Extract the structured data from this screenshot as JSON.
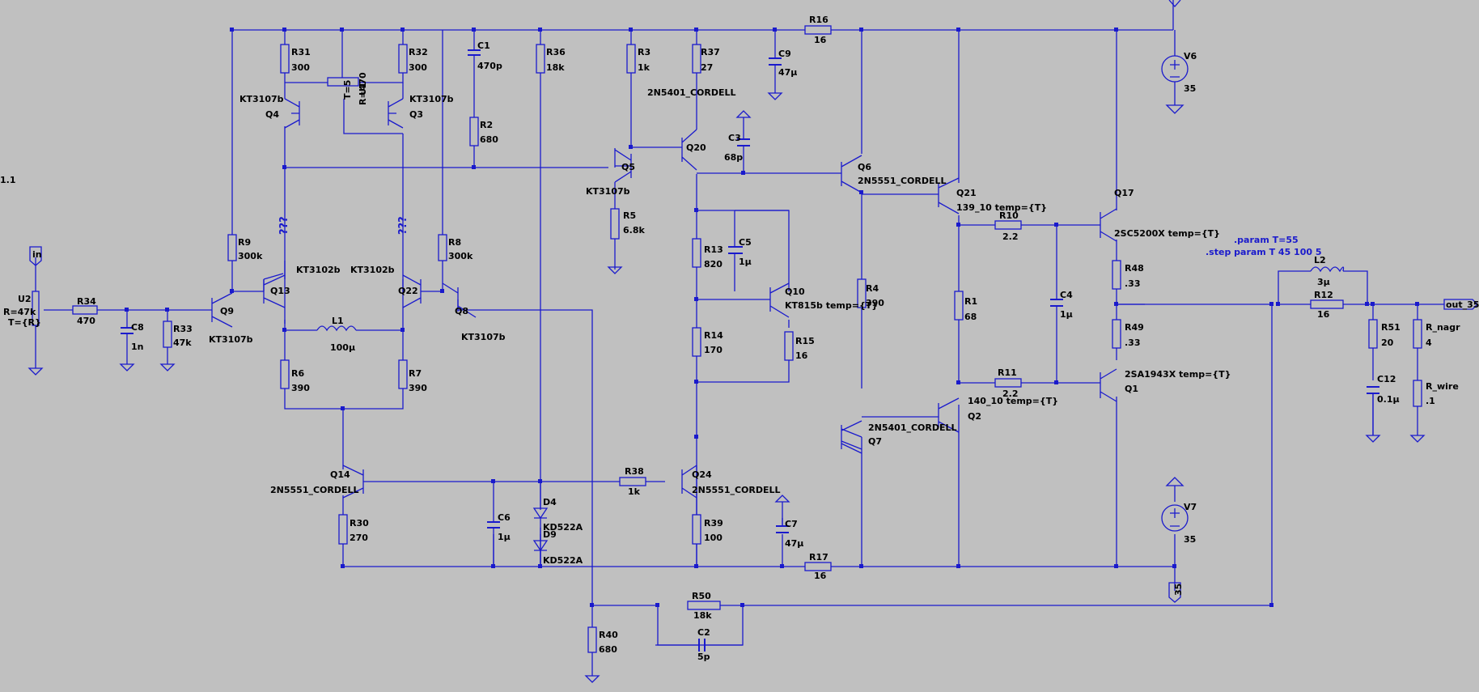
{
  "colors": {
    "background": "#c0c0c0",
    "wire": "#1a1acc",
    "text": "#000000",
    "directive": "#1a1acc"
  },
  "directives": [
    ".param T=55",
    ".step param T 45 100 5"
  ],
  "flags": {
    "in": "in",
    "out": "out_35",
    "neg": "35",
    "param_note": "R=47k",
    "param_note2": "T={R}",
    "edge_text": "1.1"
  },
  "unknown_marks": [
    "???",
    "???"
  ],
  "components": [
    {
      "ref": "R31",
      "value": "300"
    },
    {
      "ref": "R32",
      "value": "300"
    },
    {
      "ref": "C1",
      "value": "470p"
    },
    {
      "ref": "R36",
      "value": "18k"
    },
    {
      "ref": "R3",
      "value": "1k"
    },
    {
      "ref": "R37",
      "value": "27"
    },
    {
      "ref": "C9",
      "value": "47µ"
    },
    {
      "ref": "R16",
      "value": "16"
    },
    {
      "ref": "V6",
      "value": "35"
    },
    {
      "ref": "Q4",
      "value": "KT3107b"
    },
    {
      "ref": "Q3",
      "value": "KT3107b"
    },
    {
      "ref": "U1",
      "value": "R=470"
    },
    {
      "ref": "U1t",
      "value": "T=5"
    },
    {
      "ref": "R2",
      "value": "680"
    },
    {
      "ref": "Q20",
      "value": "2N5401_CORDELL"
    },
    {
      "ref": "C3",
      "value": "68p"
    },
    {
      "ref": "Q5",
      "value": "KT3107b"
    },
    {
      "ref": "Q6",
      "value": "2N5551_CORDELL"
    },
    {
      "ref": "Q21",
      "value": "139_10 temp={T}"
    },
    {
      "ref": "Q17",
      "value": "2SC5200X temp={T}"
    },
    {
      "ref": "R9",
      "value": "300k"
    },
    {
      "ref": "R8",
      "value": "300k"
    },
    {
      "ref": "R5",
      "value": "6.8k"
    },
    {
      "ref": "R13",
      "value": "820"
    },
    {
      "ref": "C5",
      "value": "1µ"
    },
    {
      "ref": "R10",
      "value": "2.2"
    },
    {
      "ref": "R48",
      "value": ".33"
    },
    {
      "ref": "L2",
      "value": "3µ"
    },
    {
      "ref": "U2",
      "value": ""
    },
    {
      "ref": "R34",
      "value": "470"
    },
    {
      "ref": "C8",
      "value": "1n"
    },
    {
      "ref": "R33",
      "value": "47k"
    },
    {
      "ref": "Q9",
      "value": "KT3107b"
    },
    {
      "ref": "Q13",
      "value": "KT3102b"
    },
    {
      "ref": "Q22",
      "value": "KT3102b"
    },
    {
      "ref": "Q8",
      "value": "KT3107b"
    },
    {
      "ref": "L1",
      "value": "100µ"
    },
    {
      "ref": "Q10",
      "value": "KT815b temp={T}"
    },
    {
      "ref": "R4",
      "value": "390"
    },
    {
      "ref": "R1",
      "value": "68"
    },
    {
      "ref": "C4",
      "value": "1µ"
    },
    {
      "ref": "R12",
      "value": "16"
    },
    {
      "ref": "R6",
      "value": "390"
    },
    {
      "ref": "R7",
      "value": "390"
    },
    {
      "ref": "R14",
      "value": "170"
    },
    {
      "ref": "R15",
      "value": "16"
    },
    {
      "ref": "R49",
      "value": ".33"
    },
    {
      "ref": "R51",
      "value": "20"
    },
    {
      "ref": "R_nagr",
      "value": "4"
    },
    {
      "ref": "R11",
      "value": "2.2"
    },
    {
      "ref": "Q1",
      "value": "2SA1943X temp={T}"
    },
    {
      "ref": "Q2",
      "value": "140_10 temp={T}"
    },
    {
      "ref": "Q7",
      "value": "2N5401_CORDELL"
    },
    {
      "ref": "C12",
      "value": "0.1µ"
    },
    {
      "ref": "R_wire",
      "value": ".1"
    },
    {
      "ref": "Q14",
      "value": "2N5551_CORDELL"
    },
    {
      "ref": "R38",
      "value": "1k"
    },
    {
      "ref": "Q24",
      "value": "2N5551_CORDELL"
    },
    {
      "ref": "D4",
      "value": "KD522A"
    },
    {
      "ref": "D9",
      "value": "KD522A"
    },
    {
      "ref": "C6",
      "value": "1µ"
    },
    {
      "ref": "R30",
      "value": "270"
    },
    {
      "ref": "R39",
      "value": "100"
    },
    {
      "ref": "C7",
      "value": "47µ"
    },
    {
      "ref": "R17",
      "value": "16"
    },
    {
      "ref": "V7",
      "value": "35"
    },
    {
      "ref": "R50",
      "value": "18k"
    },
    {
      "ref": "C2",
      "value": "5p"
    },
    {
      "ref": "R40",
      "value": "680"
    }
  ]
}
